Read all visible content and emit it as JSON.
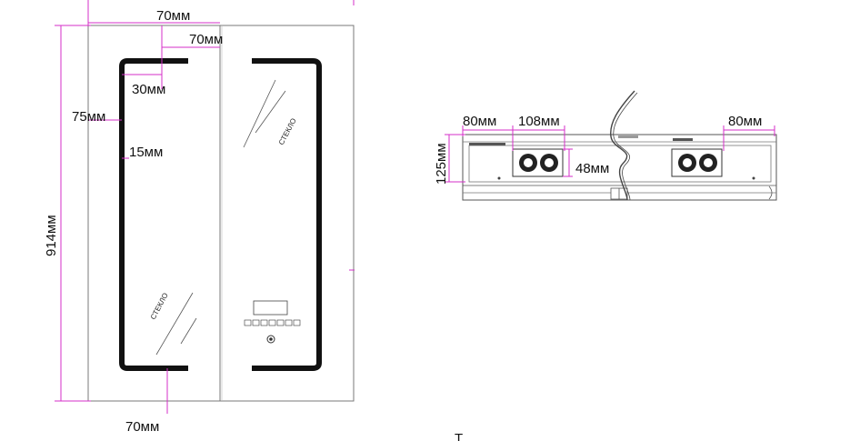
{
  "front_view": {
    "height_label": "914мм",
    "top_margin_label": "70мм",
    "gap_label": "70мм",
    "inner_offset_label": "30мм",
    "side_margin_label": "75мм",
    "strip_width_label": "15мм",
    "bottom_margin_label": "70мм",
    "glass_label_left": "СТЕКЛО",
    "glass_label_right": "СТЕКЛО"
  },
  "top_view": {
    "left_margin_label": "80мм",
    "speaker_width_label": "108мм",
    "right_margin_label": "80мм",
    "depth_label": "125мм",
    "speaker_height_label": "48мм"
  },
  "footer_glyph": "Т",
  "colors": {
    "dimension": "#d62fc9",
    "outline": "#7a7a7a",
    "led": "#111111"
  }
}
